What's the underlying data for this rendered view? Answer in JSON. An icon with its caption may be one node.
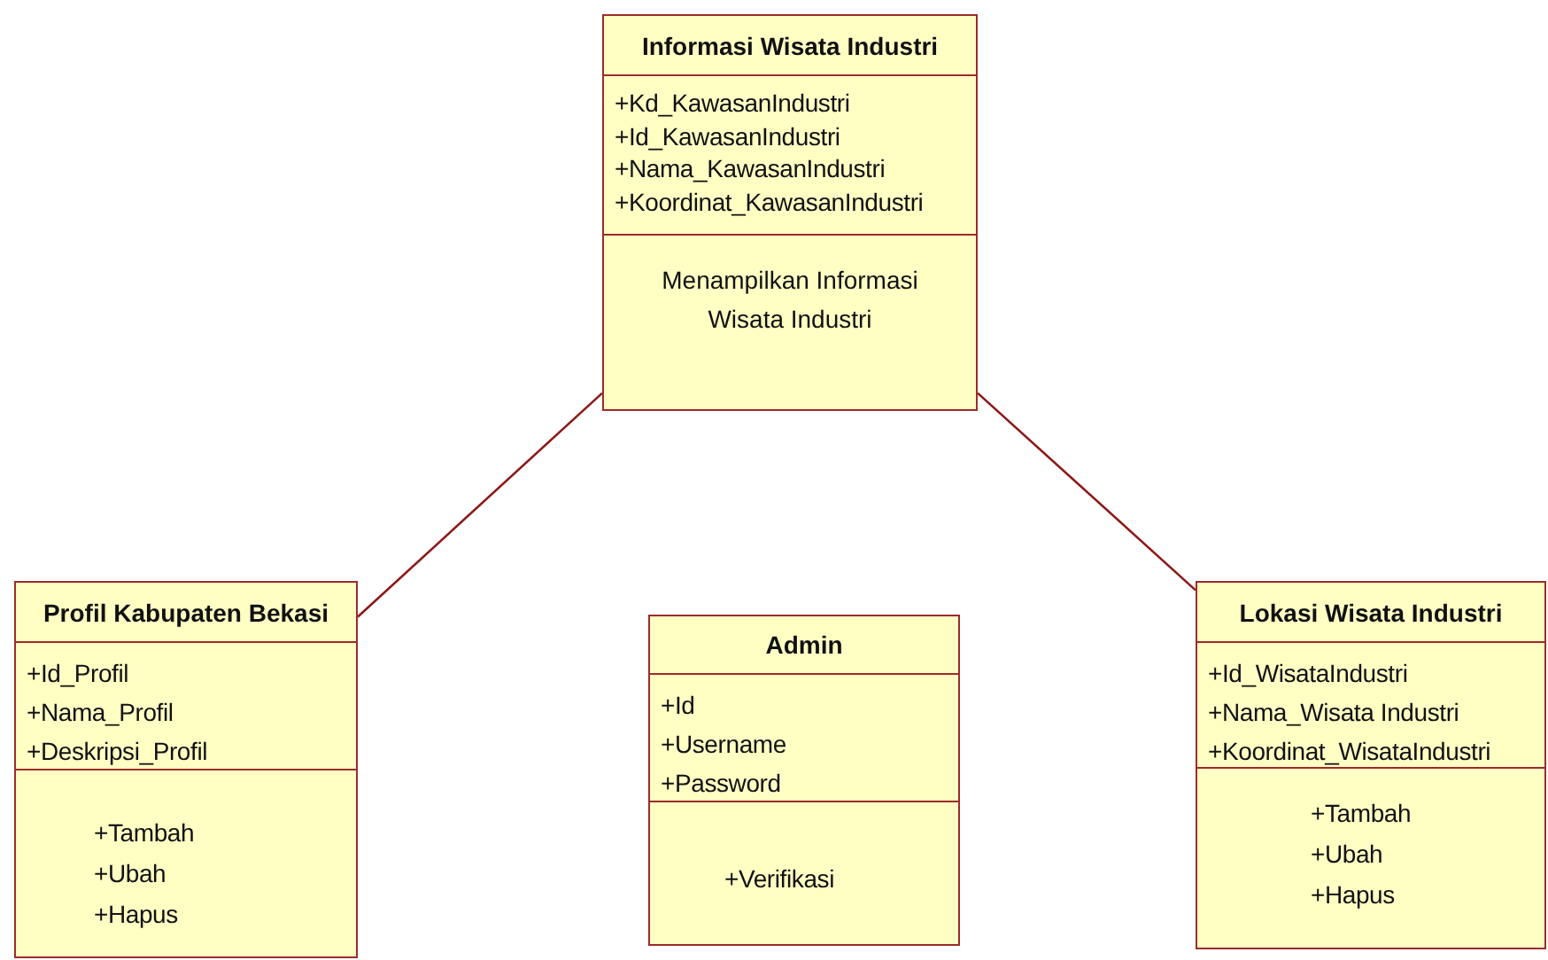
{
  "diagram": {
    "nodes": [
      {
        "text": [
          "Informasi Wisata Industri",
          "+Kd_KawasanIndustri",
          "+Id_KawasanIndustri",
          "+Nama_KawasanIndustri",
          "+Koordinat_KawasanIndustri",
          "Menampilkan Informasi Wisata Industri"
        ]
      },
      {
        "text": [
          "Profil Kabupaten Bekasi",
          "+Id_Profil",
          "+Nama_Profil",
          "+Deskripsi_Profil",
          "+Tambah",
          "+Ubah",
          "+Hapus"
        ]
      },
      {
        "text": [
          "Admin",
          "+Id",
          "+Username",
          "+Password",
          "+Verifikasi"
        ]
      },
      {
        "text": [
          "Lokasi Wisata Industri",
          "+Id_WisataIndustri",
          "+Nama_Wisata Industri",
          "+Koordinat_WisataIndustri",
          "+Tambah",
          "+Ubah",
          "+Hapus"
        ]
      }
    ],
    "edges": [
      {
        "from": 0,
        "to": 1,
        "arrow": "none"
      },
      {
        "from": 0,
        "to": 3,
        "arrow": "none"
      }
    ]
  }
}
